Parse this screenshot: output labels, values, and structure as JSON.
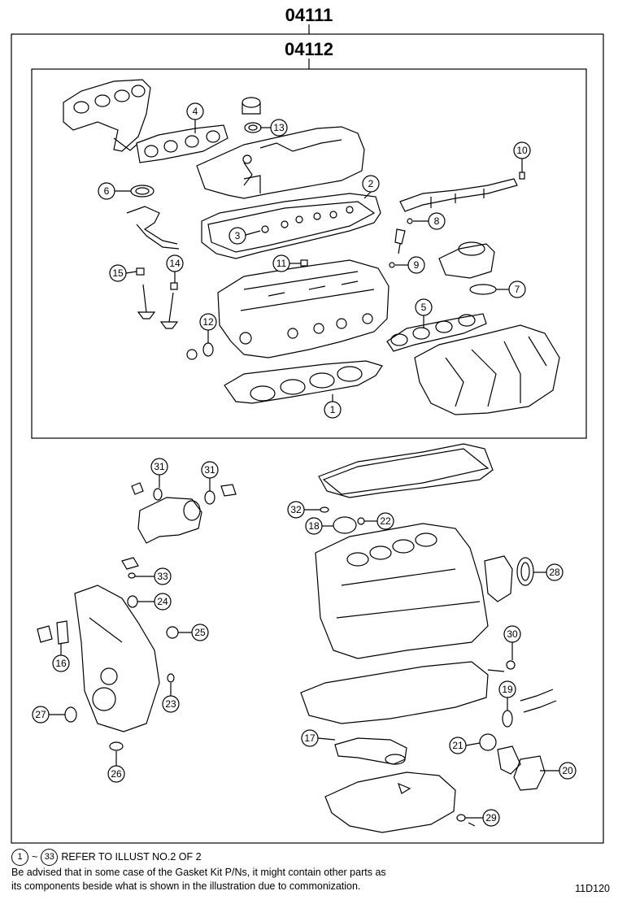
{
  "headers": {
    "outer": "04111",
    "inner": "04112"
  },
  "callouts": [
    "1",
    "2",
    "3",
    "4",
    "5",
    "6",
    "7",
    "8",
    "9",
    "10",
    "11",
    "12",
    "13",
    "14",
    "15",
    "16",
    "17",
    "18",
    "19",
    "20",
    "21",
    "22",
    "23",
    "24",
    "25",
    "26",
    "27",
    "28",
    "29",
    "30",
    "31",
    "31",
    "32",
    "33"
  ],
  "footer": {
    "range_start": "1",
    "tilde": "~",
    "range_end": "33",
    "refer_text": "REFER TO ILLUST NO.2 OF 2",
    "advisory_line1": "Be advised that in some case of the Gasket Kit P/Ns,  it might contain other parts as",
    "advisory_line2": "its components beside what is shown in the illustration due to commonization.",
    "illustration_code": "11D120"
  }
}
